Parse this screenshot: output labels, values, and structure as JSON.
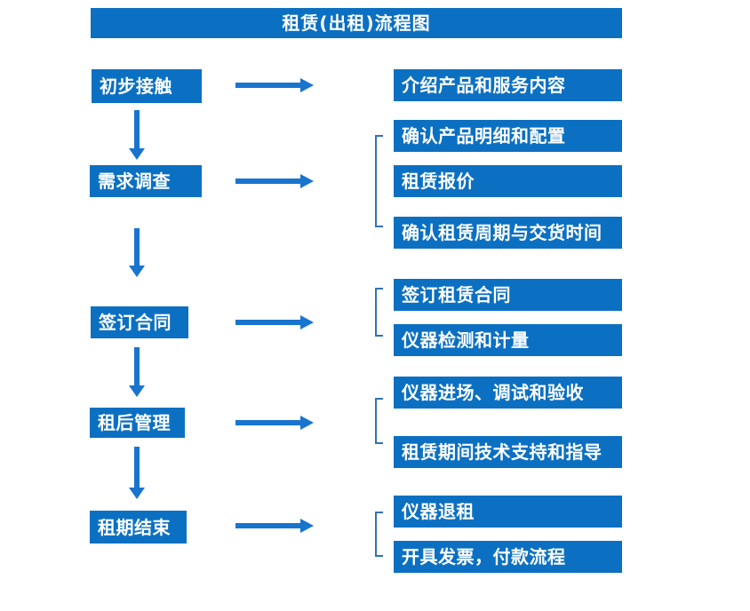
{
  "title": "租赁(出租)流程图",
  "colors": {
    "box": "#0C70C2",
    "arrow": "#1874CE",
    "bracket": "#2E74B5",
    "bg": "#FFFFFF",
    "txt": "#FFFFFF"
  },
  "steps": [
    {
      "label": "初步接触",
      "details": [
        "介绍产品和服务内容"
      ]
    },
    {
      "label": "需求调查",
      "details": [
        "确认产品明细和配置",
        "租赁报价",
        "确认租赁周期与交货时间"
      ]
    },
    {
      "label": "签订合同",
      "details": [
        "签订租赁合同",
        "仪器检测和计量"
      ]
    },
    {
      "label": "租后管理",
      "details": [
        "仪器进场、调试和验收",
        "租赁期间技术支持和指导"
      ]
    },
    {
      "label": "租期结束",
      "details": [
        "仪器退租",
        "开具发票，付款流程"
      ]
    }
  ]
}
